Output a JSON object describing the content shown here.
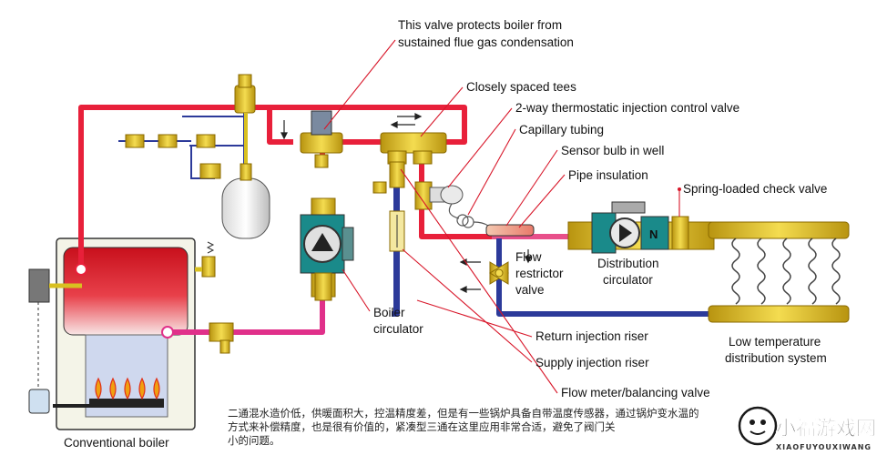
{
  "labels": {
    "protect_valve_1": "This valve protects boiler from",
    "protect_valve_2": "sustained flue gas condensation",
    "tees": "Closely spaced tees",
    "thermo_valve": "2-way thermostatic injection control valve",
    "capillary": "Capillary tubing",
    "sensor_bulb": "Sensor bulb in well",
    "insulation": "Pipe insulation",
    "check_valve": "Spring-loaded check valve",
    "flow_restrictor_1": "Flow",
    "flow_restrictor_2": "restrictor",
    "flow_restrictor_3": "valve",
    "dist_circ_1": "Distribution",
    "dist_circ_2": "circulator",
    "boiler_circ_1": "Boiler",
    "boiler_circ_2": "circulator",
    "return_riser": "Return injection riser",
    "supply_riser": "Supply injection riser",
    "low_temp_1": "Low temperature",
    "low_temp_2": "distribution system",
    "flow_meter": "Flow meter/balancing valve",
    "boiler": "Conventional boiler",
    "circulator_symbol": "N"
  },
  "caption": {
    "line1": "二通混水造价低，供暖面积大，控温精度差，但是有一些锅炉具备自带温度传感器，通过锅炉变水温的",
    "line2": "方式来补偿精度，也是很有价值的，紧凑型三通在这里应用非常合适，避免了阀门关",
    "line3": "小的问题。"
  },
  "watermark": {
    "text": "小福游戏网",
    "sub": "XIAOFUYOUXIWANG"
  },
  "colors": {
    "hot_pipe": "#e8203a",
    "warm_pipe": "#e0308a",
    "cold_pipe": "#2c3a9a",
    "brass": "#e8c832",
    "leader": "#d8172a",
    "boiler_body": "#d8202c"
  }
}
